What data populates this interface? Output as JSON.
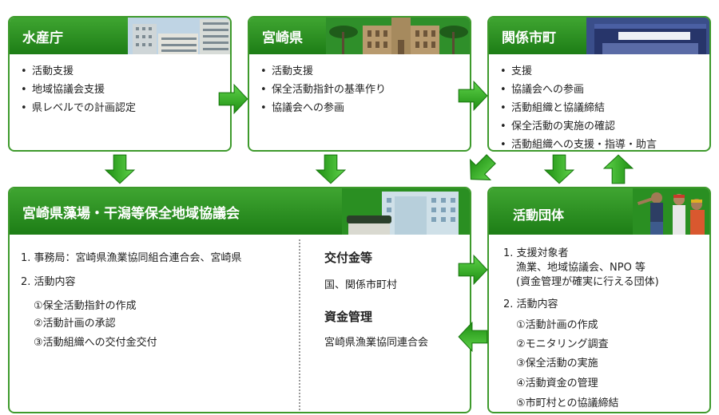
{
  "suisancho": {
    "title": "水産庁",
    "items": [
      "活動支援",
      "地域協議会支援",
      "県レベルでの計画認定"
    ]
  },
  "miyazaki": {
    "title": "宮崎県",
    "items": [
      "活動支援",
      "保全活動指針の基準作り",
      "協議会への参画"
    ]
  },
  "kankei": {
    "title": "関係市町",
    "items": [
      "支援",
      "協議会への参画",
      "活動組織と協議締結",
      "保全活動の実施の確認",
      "活動組織への支援・指導・助言"
    ]
  },
  "council": {
    "title": "宮崎県藻場・干潟等保全地域協議会",
    "office": "1. 事務局：宮崎県漁業協同組合連合会、宮崎県",
    "content_heading": "2. 活動内容",
    "content_items": [
      "①保全活動指針の作成",
      "②活動計画の承認",
      "③活動組織への交付金交付"
    ],
    "grant_heading": "交付金等",
    "grant_value": "国、関係市町村",
    "fund_heading": "資金管理",
    "fund_value": "宮崎県漁業協同連合会"
  },
  "group": {
    "title": "活動団体",
    "target_heading": "1. 支援対象者",
    "target_line1": "漁業、地域協議会、NPO 等",
    "target_line2": "(資金管理が確実に行える団体)",
    "content_heading": "2. 活動内容",
    "content_items": [
      "①活動計画の作成",
      "②モニタリング調査",
      "③保全活動の実施",
      "④活動資金の管理",
      "⑤市町村との協議締結"
    ]
  },
  "colors": {
    "header_green": "#2a8f22",
    "border_green": "#3e9a2c",
    "arrow_green": "#2fae1f"
  }
}
